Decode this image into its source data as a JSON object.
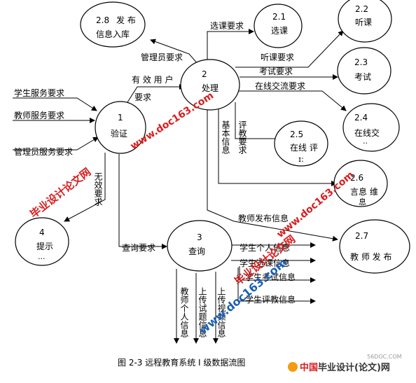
{
  "nodes": {
    "n28": {
      "id": "2.8",
      "label": "发 布",
      "label2": "信息入库"
    },
    "n21": {
      "id": "2.1",
      "label": "选课"
    },
    "n22": {
      "id": "2.2",
      "label": "听课"
    },
    "n2": {
      "id": "2",
      "label": "处理"
    },
    "n23": {
      "id": "2.3",
      "label": "考试"
    },
    "n1": {
      "id": "1",
      "label": "验证"
    },
    "n24": {
      "id": "2.4",
      "label": "在线交",
      "label2": "··"
    },
    "n25": {
      "id": "2.5",
      "label": "在线 评",
      "label2": "ɪ:"
    },
    "n26": {
      "id": "2.6",
      "label": "言息 维",
      "label2": "息"
    },
    "n4": {
      "id": "4",
      "label": "提示",
      "label2": "..."
    },
    "n3": {
      "id": "3",
      "label": "查询"
    },
    "n27": {
      "id": "2.7",
      "label": "教 师 发 布"
    }
  },
  "flows": {
    "student_req": "学生服务要求",
    "teacher_req": "教师服务要求",
    "admin_req": "管理员服务要求",
    "valid_user_a": "有 效 用 户",
    "valid_user_b": "要求",
    "admin_req2": "管理员要求",
    "course_select_req": "选课要求",
    "listen_req": "听课要求",
    "exam_req": "考试要求",
    "online_chat_req": "在线交流要求",
    "eval_req": "评教要求",
    "basic_info": "基本信息",
    "invalid_req": "无效要求",
    "query_req": "查询要求",
    "teacher_publish_info": "教师发布信息",
    "student_personal": "学生个人信息",
    "student_course": "学生选课信息",
    "student_exam": "学生考试信息",
    "student_eval": "学生评教信息",
    "teacher_personal": "教师个人信息",
    "upload_exam": "上传试题信息",
    "upload_video": "上传视频信息"
  },
  "watermarks": {
    "wm1": "www.doc163.com",
    "wm2": "毕业设计论文网",
    "wm3": "www.doc163.com",
    "wm4": "毕业设计论文网",
    "wm5": "www.doc163.com"
  },
  "caption": "图 2-3    远程教育系统 I 级数据流图",
  "logo": {
    "site": "56DOC.COM",
    "brand": "中国毕业设计(论文)网",
    "brand_red": "中国",
    "brand_rest": "毕业设计(论文)网"
  },
  "colors": {
    "watermark_red": "#d81e1e",
    "watermark_blue": "#1a5fb4"
  }
}
